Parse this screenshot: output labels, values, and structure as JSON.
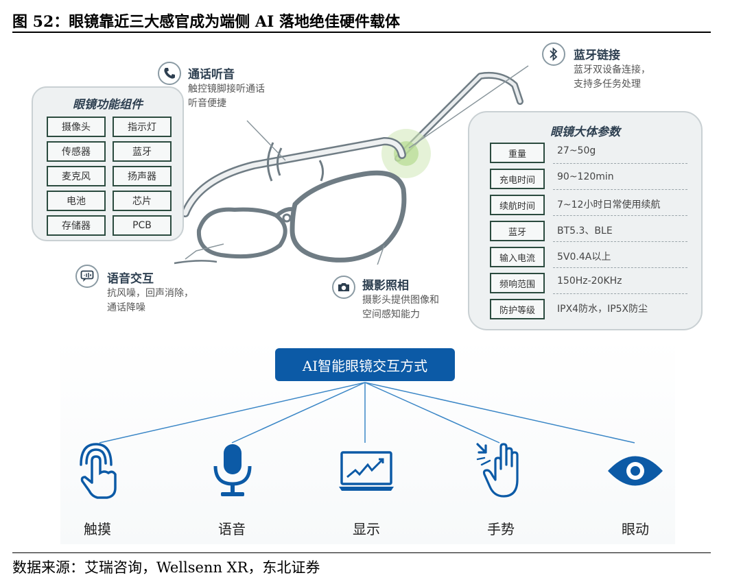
{
  "figure": {
    "title": "图 52：眼镜靠近三大感官成为端侧 AI 落地绝佳硬件载体",
    "source": "数据来源：艾瑞咨询，Wellsenn XR，东北证券"
  },
  "components_panel": {
    "title": "眼镜功能组件",
    "items": [
      "摄像头",
      "指示灯",
      "传感器",
      "蓝牙",
      "麦克风",
      "扬声器",
      "电池",
      "芯片",
      "存储器",
      "PCB"
    ]
  },
  "params_panel": {
    "title": "眼镜大体参数",
    "rows": [
      {
        "key": "重量",
        "value": "27~50g"
      },
      {
        "key": "充电时间",
        "value": "90~120min"
      },
      {
        "key": "续航时间",
        "value": "7~12小时日常使用续航"
      },
      {
        "key": "蓝牙",
        "value": "BT5.3、BLE"
      },
      {
        "key": "输入电流",
        "value": "5V0.4A以上"
      },
      {
        "key": "频响范围",
        "value": "150Hz-20KHz"
      },
      {
        "key": "防护等级",
        "value": "IPX4防水，IP5X防尘"
      }
    ]
  },
  "callouts": {
    "call": {
      "title": "通话听音",
      "desc1": "触控镜脚接听通话",
      "desc2": "听音便捷",
      "icon": "phone-icon"
    },
    "bluetooth": {
      "title": "蓝牙链接",
      "desc1": "蓝牙双设备连接，",
      "desc2": "支持多任务处理",
      "icon": "bluetooth-icon"
    },
    "voice": {
      "title": "语音交互",
      "desc1": "抗风噪，回声消除，",
      "desc2": "通话降噪",
      "icon": "voice-message-icon"
    },
    "photo": {
      "title": "摄影照相",
      "desc1": "摄影头提供图像和",
      "desc2": "空间感知能力",
      "icon": "camera-icon"
    }
  },
  "interaction": {
    "title": "AI智能眼镜交互方式",
    "modes": [
      {
        "label": "触摸",
        "icon": "touch-icon"
      },
      {
        "label": "语音",
        "icon": "microphone-icon"
      },
      {
        "label": "显示",
        "icon": "display-chart-icon"
      },
      {
        "label": "手势",
        "icon": "gesture-icon"
      },
      {
        "label": "眼动",
        "icon": "eye-icon"
      }
    ]
  },
  "colors": {
    "accent_blue": "#0c5aa6",
    "panel_bg": "#eef1f2",
    "dark_text": "#2d3f50",
    "cell_border": "#2a4a3e"
  }
}
